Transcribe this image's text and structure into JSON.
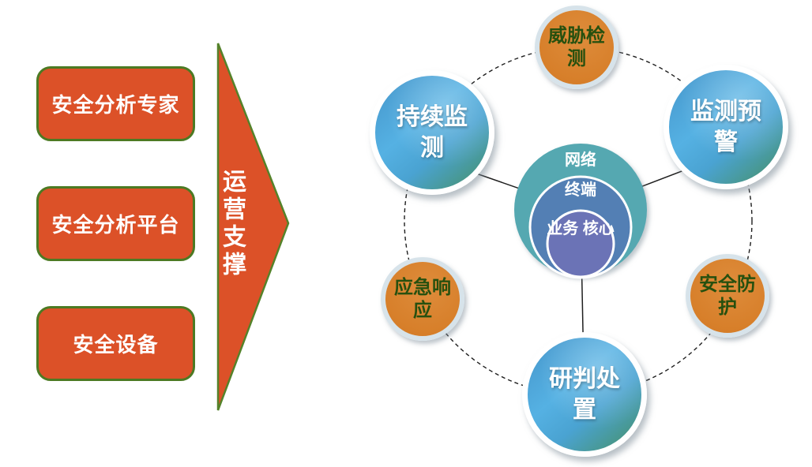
{
  "left_panel": {
    "boxes": [
      {
        "label": "安全分析专家"
      },
      {
        "label": "安全分析平台"
      },
      {
        "label": "安全设备"
      }
    ]
  },
  "arrow": {
    "label": "运营支撑"
  },
  "diagram": {
    "center_rings": [
      {
        "id": "network",
        "label": "网络",
        "color": "#55A8B1"
      },
      {
        "id": "terminal",
        "label": "终端",
        "color": "#537FB4"
      },
      {
        "id": "business-core",
        "line1": "业务",
        "line2": "核心",
        "color": "#6B73B6"
      }
    ],
    "satellites": [
      {
        "id": "threat-detection",
        "line1": "威胁检",
        "line2": "测",
        "style": "orange"
      },
      {
        "id": "continuous-monitoring",
        "line1": "持续监",
        "line2": "测",
        "style": "blue"
      },
      {
        "id": "monitoring-warning",
        "line1": "监测预",
        "line2": "警",
        "style": "blue"
      },
      {
        "id": "emergency-response",
        "line1": "应急响",
        "line2": "应",
        "style": "orange"
      },
      {
        "id": "security-protection",
        "line1": "安全防",
        "line2": "护",
        "style": "orange"
      },
      {
        "id": "analysis-disposal",
        "line1": "研判处",
        "line2": "置",
        "style": "blue"
      }
    ]
  },
  "colors": {
    "orange_red": "#DC5128",
    "green_border": "#4C7A23",
    "satellite_orange": "#D9832F",
    "satellite_ring_gray": "#D7E3EA",
    "dark_green_text": "#27500F",
    "blue_light": "#55B1E3",
    "blue_dark": "#4595CA",
    "teal_edge": "#3E7C6D",
    "center_teal": "#55A8B1",
    "center_blue": "#537FB4",
    "center_purple": "#6B73B6",
    "connector_line": "#1F1F1F"
  }
}
